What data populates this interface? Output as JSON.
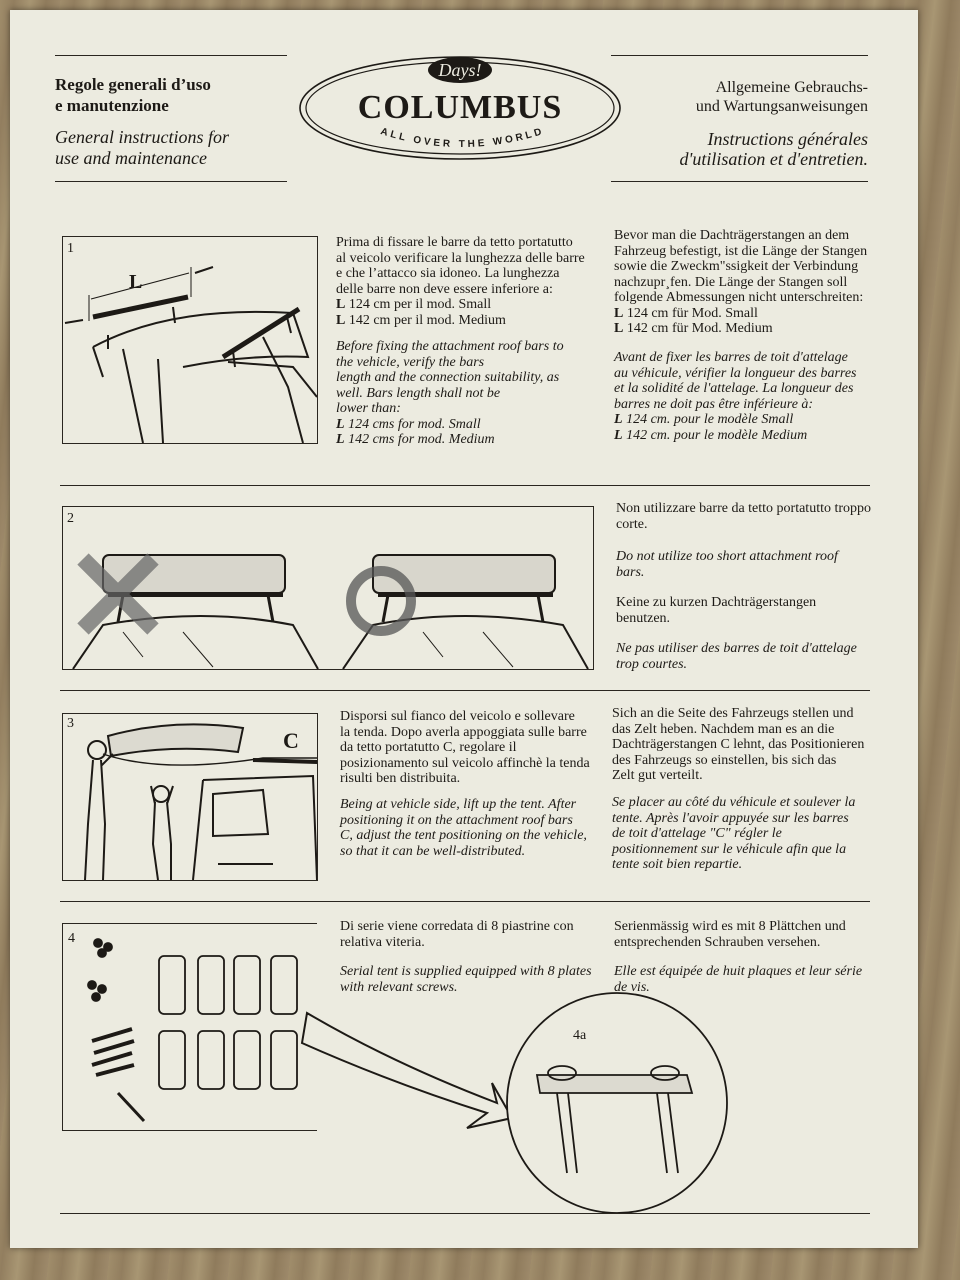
{
  "header": {
    "it_title_1": "Regole generali d’uso",
    "it_title_2": "e manutenzione",
    "en_title_1": "General instructions for",
    "en_title_2": "use and maintenance",
    "de_title_1": "Allgemeine Gebrauchs-",
    "de_title_2": "und Wartungsanweisungen",
    "fr_title_1": "Instructions générales",
    "fr_title_2": "d'utilisation et d'entretien.",
    "logo_script": "Days!",
    "logo_brand": "COLUMBUS",
    "logo_tagline": "ALL OVER THE WORLD"
  },
  "step1": {
    "number": "1",
    "label_L": "L",
    "it": [
      "Prima di fissare le barre da tetto portatutto",
      "al veicolo verificare la lunghezza delle barre",
      "e che l’attacco sia idoneo. La lunghezza",
      "delle barre non deve essere inferiore a:"
    ],
    "it_small": "124 cm per il mod. Small",
    "it_medium": "142 cm per il mod. Medium",
    "en": [
      "Before fixing the attachment roof bars to",
      "the vehicle, verify the bars",
      "length and the connection suitability, as",
      "well. Bars length shall not be",
      "lower than:"
    ],
    "en_small": "124 cms for mod. Small",
    "en_medium": "142 cms for mod. Medium",
    "de": [
      "Bevor man die Dachträgerstangen an dem",
      "Fahrzeug befestigt, ist die Länge der Stangen",
      "sowie die Zweckm\"ssigkeit der Verbindung",
      "nachzupr¸fen. Die Länge der Stangen soll",
      "folgende Abmessungen nicht unterschreiten:"
    ],
    "de_small": "124 cm für Mod. Small",
    "de_medium": "142 cm für Mod. Medium",
    "fr": [
      "Avant de fixer les barres de toit d'attelage",
      "au véhicule, vérifier la longueur des barres",
      "et la solidité de l'attelage. La longueur des",
      "barres ne doit pas être inférieure à:"
    ],
    "fr_small": "124 cm. pour le modèle Small",
    "fr_medium": "142 cm. pour le modèle Medium",
    "L": "L"
  },
  "step2": {
    "number": "2",
    "it": [
      "Non utilizzare barre da tetto portatutto troppo",
      "corte."
    ],
    "en": [
      "Do not utilize too short attachment roof",
      "bars."
    ],
    "de": [
      "Keine zu kurzen Dachträgerstangen",
      "benutzen."
    ],
    "fr": [
      "Ne pas utiliser des barres de toit d'attelage",
      "trop courtes."
    ]
  },
  "step3": {
    "number": "3",
    "label_C": "C",
    "it": [
      "Disporsi sul fianco del veicolo e sollevare",
      "la tenda. Dopo averla appoggiata sulle barre",
      "da tetto portatutto C, regolare il",
      "posizionamento sul veicolo affinchè la tenda",
      "risulti ben distribuita."
    ],
    "en": [
      "Being at vehicle side, lift up the tent. After",
      "positioning it on the attachment roof bars",
      "C, adjust the tent positioning on the vehicle,",
      "so that it can be well-distributed."
    ],
    "de": [
      "Sich an die Seite des Fahrzeugs stellen und",
      "das Zelt heben.  Nachdem man es an die",
      "Dachträgerstangen C lehnt, das Positionieren",
      "des Fahrzeugs so einstellen, bis sich das",
      "Zelt gut verteilt."
    ],
    "fr": [
      "Se placer au côté du véhicule et soulever la",
      "tente. Après l'avoir appuyée sur les barres",
      "de toit d'attelage \"C\" régler le",
      "positionnement sur le véhicule afin que la",
      "tente soit bien repartie."
    ]
  },
  "step4": {
    "number": "4",
    "label_4a": "4a",
    "it": [
      "Di serie viene corredata di 8 piastrine con",
      "relativa viteria."
    ],
    "en": [
      "Serial tent is supplied equipped with 8 plates",
      "with relevant screws."
    ],
    "de": [
      "Serienmässig wird es mit 8 Plättchen und",
      "entsprechenden Schrauben versehen."
    ],
    "fr": [
      "Elle est équipée de huit plaques et leur série",
      "de vis."
    ]
  }
}
